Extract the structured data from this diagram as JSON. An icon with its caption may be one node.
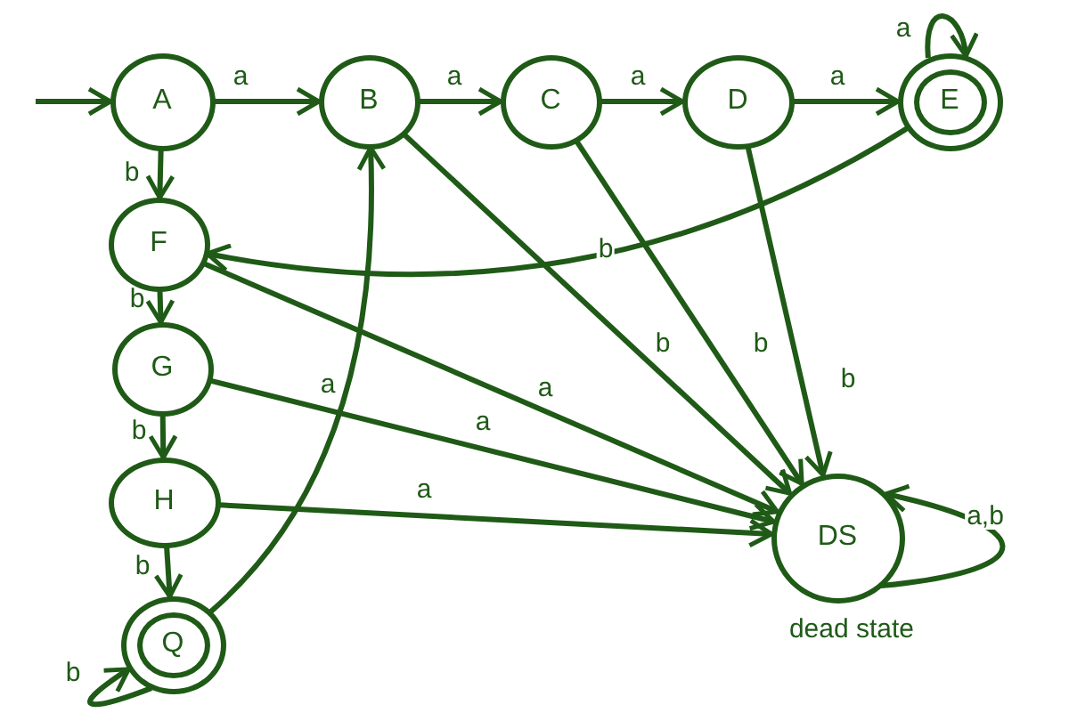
{
  "diagram": {
    "nodes": [
      {
        "text": [
          "A"
        ]
      },
      {
        "text": [
          "B"
        ]
      },
      {
        "text": [
          "C"
        ]
      },
      {
        "text": [
          "D"
        ]
      },
      {
        "text": [
          "E"
        ]
      },
      {
        "text": [
          "F"
        ]
      },
      {
        "text": [
          "G"
        ]
      },
      {
        "text": [
          "H"
        ]
      },
      {
        "text": [
          "Q"
        ]
      },
      {
        "text": [
          "DS"
        ],
        "beside": [
          "dead state"
        ]
      }
    ],
    "edges": [
      {
        "from": null,
        "to": 0,
        "arrow": "to"
      },
      {
        "from": 0,
        "to": 1,
        "arrow": "to",
        "label": "a"
      },
      {
        "from": 1,
        "to": 2,
        "arrow": "to",
        "label": "a"
      },
      {
        "from": 2,
        "to": 3,
        "arrow": "to",
        "label": "a"
      },
      {
        "from": 3,
        "to": 4,
        "arrow": "to",
        "label": "a"
      },
      {
        "from": 4,
        "to": 4,
        "arrow": "to",
        "label": "a"
      },
      {
        "from": 0,
        "to": 5,
        "arrow": "to",
        "label": "b"
      },
      {
        "from": 5,
        "to": 6,
        "arrow": "to",
        "label": "b"
      },
      {
        "from": 6,
        "to": 7,
        "arrow": "to",
        "label": "b"
      },
      {
        "from": 7,
        "to": 8,
        "arrow": "to",
        "label": "b"
      },
      {
        "from": 8,
        "to": 8,
        "arrow": "to",
        "label": "b"
      },
      {
        "from": 8,
        "to": 1,
        "arrow": "to",
        "label": "a"
      },
      {
        "from": 4,
        "to": 5,
        "arrow": "to",
        "label": "b"
      },
      {
        "from": 1,
        "to": 9,
        "arrow": "to",
        "label": "b"
      },
      {
        "from": 2,
        "to": 9,
        "arrow": "to",
        "label": "b"
      },
      {
        "from": 3,
        "to": 9,
        "arrow": "to",
        "label": "b"
      },
      {
        "from": 5,
        "to": 9,
        "arrow": "to",
        "label": "a"
      },
      {
        "from": 6,
        "to": 9,
        "arrow": "to",
        "label": "a"
      },
      {
        "from": 7,
        "to": 9,
        "arrow": "to",
        "label": "a"
      },
      {
        "from": 9,
        "to": 9,
        "arrow": "to",
        "label": "a,b"
      }
    ]
  }
}
